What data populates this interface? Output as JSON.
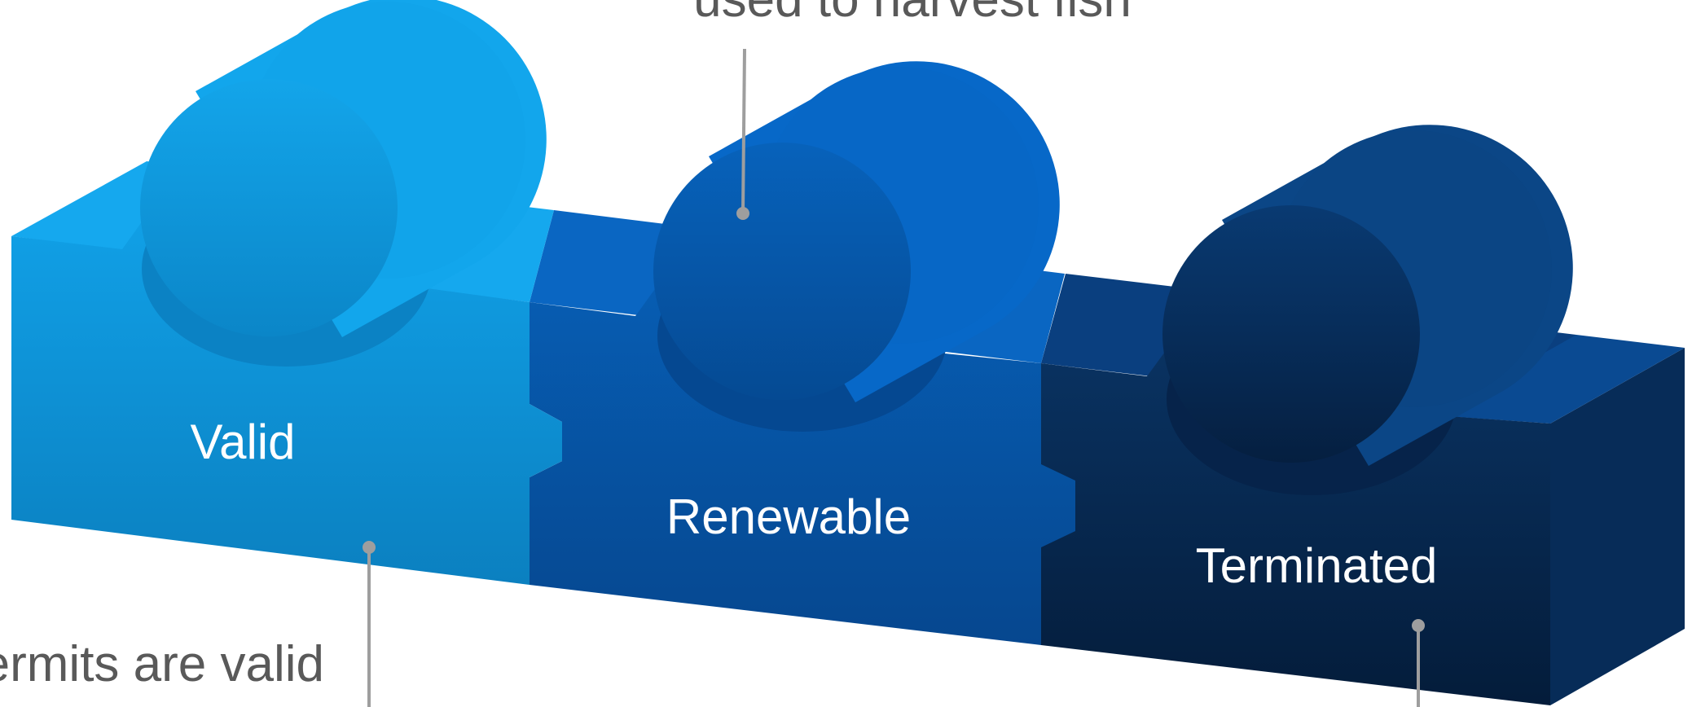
{
  "blocks": [
    {
      "label": "Valid",
      "color_front": "#0d8fd2",
      "color_top": "#14a6ec",
      "color_side": "#0b7fbd",
      "color_cyl": "#12a6ec",
      "color_cyl_face": "#0f95dc"
    },
    {
      "label": "Renewable",
      "color_front": "#0756a5",
      "color_top": "#0a68c5",
      "color_side": "#064f96",
      "color_cyl": "#0767c6",
      "color_cyl_face": "#0658ac"
    },
    {
      "label": "Terminated",
      "color_front": "#06254a",
      "color_top": "#0b3f80",
      "color_side": "#072a55",
      "color_cyl": "#0b4282",
      "color_cyl_face": "#08305f"
    }
  ],
  "callouts": [
    {
      "text": "Permits are valid"
    },
    {
      "text": "used to harvest fish"
    }
  ],
  "colors": {
    "callout_text": "#595959",
    "leader_line": "#9e9e9e"
  }
}
